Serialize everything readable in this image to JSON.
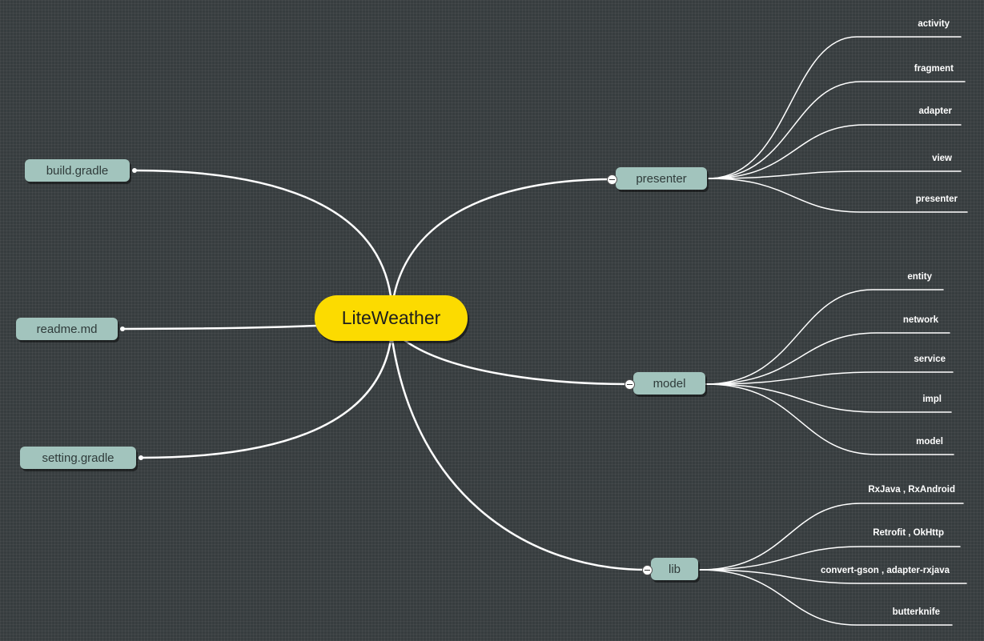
{
  "root": {
    "label": "LiteWeather"
  },
  "left_nodes": [
    {
      "label": "build.gradle"
    },
    {
      "label": "readme.md"
    },
    {
      "label": "setting.gradle"
    }
  ],
  "right_nodes": [
    {
      "label": "presenter",
      "children": [
        "activity",
        "fragment",
        "adapter",
        "view",
        "presenter"
      ]
    },
    {
      "label": "model",
      "children": [
        "entity",
        "network",
        "service",
        "impl",
        "model"
      ]
    },
    {
      "label": "lib",
      "children": [
        "RxJava , RxAndroid",
        "Retrofit , OkHttp",
        "convert-gson , adapter-rxjava",
        "butterknife"
      ]
    }
  ],
  "colors": {
    "background": "#373d3f",
    "root": "#fcdb00",
    "node": "#a2c4bd",
    "line": "#ffffff",
    "leaf_text": "#ffffff"
  }
}
